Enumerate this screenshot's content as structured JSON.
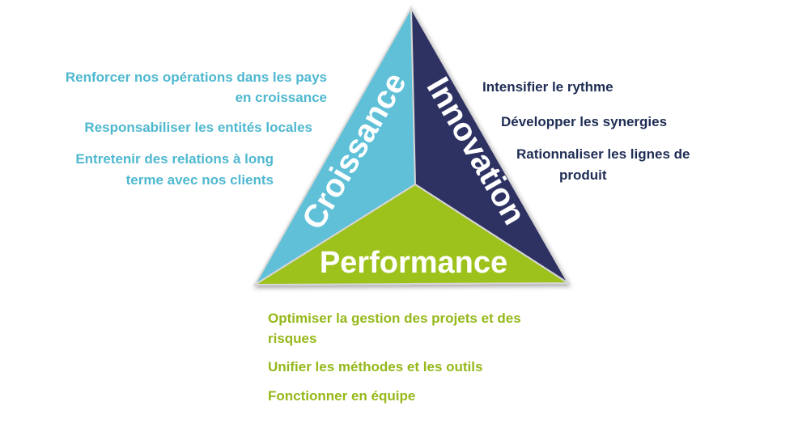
{
  "colors": {
    "croissance": "#5ec0d8",
    "innovation": "#2f3263",
    "performance": "#9ec21c",
    "left_text": "#4fb8d0",
    "right_text": "#1f2d55",
    "bottom_text": "#95b81a"
  },
  "triangle": {
    "croissance_label": "Croissance",
    "innovation_label": "Innovation",
    "performance_label": "Performance"
  },
  "croissance_items": {
    "item1_line1": "Renforcer nos opérations dans les pays",
    "item1_line2": "en croissance",
    "item2": "Responsabiliser  les entités locales",
    "item3_line1": "Entretenir des relations à long",
    "item3_line2": "terme avec nos clients"
  },
  "innovation_items": {
    "item1": "Intensifier le rythme",
    "item2": "Développer  les synergies",
    "item3_line1": "Rationnaliser  les lignes de",
    "item3_line2": "produit"
  },
  "performance_items": {
    "item1_line1": "Optimiser  la gestion des projets et des",
    "item1_line2": "risques",
    "item2": "Unifier les méthodes et les outils",
    "item3": "Fonctionner  en équipe"
  }
}
